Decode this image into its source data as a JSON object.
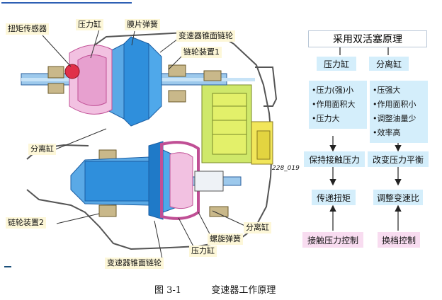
{
  "labels": {
    "torque_sensor": "扭矩传感器",
    "pressure_cyl_top": "压力缸",
    "diaphragm_spring": "膜片弹簧",
    "cone_pulley_top": "变速器锥面链轮",
    "sprocket_1": "链轮装置1",
    "separation_cyl_left": "分离缸",
    "sprocket_2": "链轮装置2",
    "separation_cyl_bottom": "分离缸",
    "spiral_spring": "螺旋弹簧",
    "pressure_cyl_bottom": "压力缸",
    "cone_pulley_bottom": "变速器锥面链轮",
    "part_code": "228_019"
  },
  "flow": {
    "title": "采用双活塞原理",
    "left_head": "压力缸",
    "right_head": "分离缸",
    "left_items": [
      "•压力(强)小",
      "•作用面积大",
      "•压力大"
    ],
    "right_items": [
      "•压强大",
      "•作用面积小",
      "•调整油量少",
      "•效率高"
    ],
    "left_result": "保持接触压力",
    "right_result": "改变压力平衡",
    "left_output": "传递扭矩",
    "right_output": "调整变速比",
    "left_control": "接触压力控制",
    "right_control": "换档控制"
  },
  "caption": {
    "figure_no": "图 3-1",
    "text": "变速器工作原理"
  },
  "colors": {
    "label_bg": "#fdf7d8",
    "box_blue": "#d4eefb",
    "box_pink": "#f8dcf0",
    "pulley_blue": "#2f8fdc",
    "hydraulic_pink": "#e7a0cf",
    "housing_yellow": "#e3f06a"
  }
}
